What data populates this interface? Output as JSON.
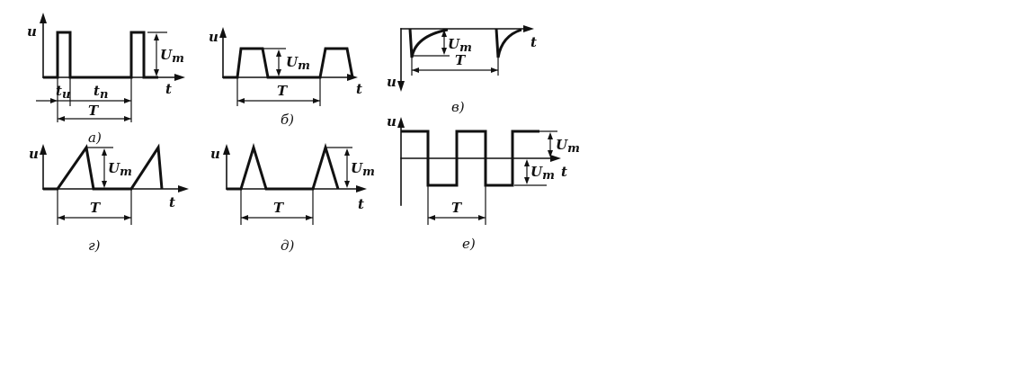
{
  "figure": {
    "panels": [
      {
        "caption": "а)",
        "axis_v": "u",
        "axis_h": "t",
        "amplitude": "U",
        "amplitude_sub": "m",
        "pulse_width": "t",
        "pulse_width_sub": "и",
        "pause": "t",
        "pause_sub": "п",
        "period": "T"
      },
      {
        "caption": "б)",
        "axis_v": "u",
        "axis_h": "t",
        "amplitude": "U",
        "amplitude_sub": "m",
        "period": "T"
      },
      {
        "caption": "в)",
        "axis_v": "u",
        "axis_h": "t",
        "amplitude": "U",
        "amplitude_sub": "m",
        "period": "T"
      },
      {
        "caption": "г)",
        "axis_v": "u",
        "axis_h": "t",
        "amplitude": "U",
        "amplitude_sub": "m",
        "period": "T"
      },
      {
        "caption": "д)",
        "axis_v": "u",
        "axis_h": "t",
        "amplitude": "U",
        "amplitude_sub": "m",
        "period": "T"
      },
      {
        "caption": "е)",
        "axis_v": "u",
        "axis_h": "t",
        "amplitude": "U",
        "amplitude_sub": "m",
        "amplitude2": "U",
        "amplitude2_sub": "m",
        "period": "T"
      }
    ]
  }
}
